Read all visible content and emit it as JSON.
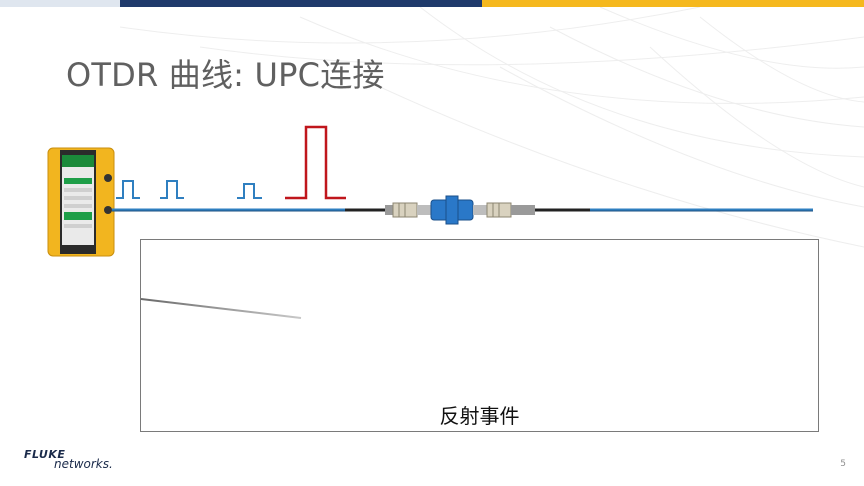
{
  "slide": {
    "title": "OTDR 曲线: UPC连接",
    "event_label": "反射事件",
    "page_number": "5"
  },
  "logo": {
    "brand_line": "FLUKE",
    "sub_line": "networks."
  },
  "colors": {
    "topbar_navy": "#1f3a6b",
    "topbar_gold": "#f5b81e",
    "fiber_blue": "#2f7fc0",
    "pulse_blue": "#2f7fc0",
    "reflection_red": "#c0161c",
    "connector_blue": "#2a78c8",
    "tester_yellow": "#f2b51f",
    "title_gray": "#606060"
  },
  "icons": {
    "tester": "otdr-tester-device-icon",
    "connector": "upc-connector-adapter-icon"
  }
}
